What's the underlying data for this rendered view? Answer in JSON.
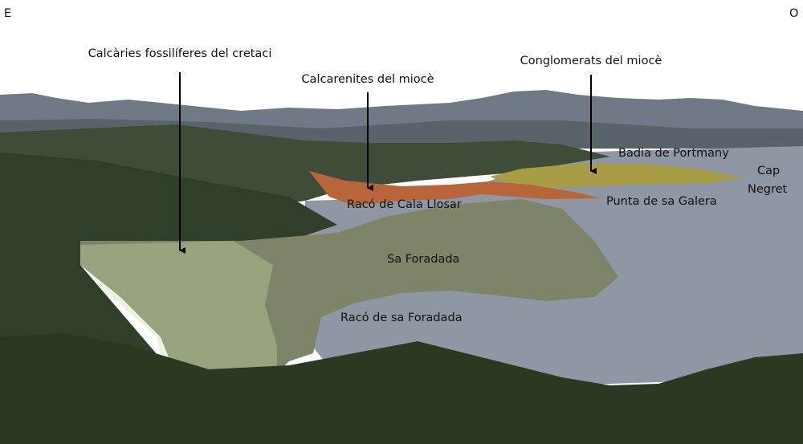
{
  "compass": {
    "east": "E",
    "west": "O"
  },
  "geology_labels": {
    "cretaceous_limestone": "Calcàries fossilíferes del cretaci",
    "miocene_calcarenites": "Calcarenites del miocè",
    "miocene_conglomerates": "Conglomerats del miocè"
  },
  "place_labels": {
    "badia": "Badia de Portmany",
    "cap_line1": "Cap",
    "cap_line2": "Negret",
    "cala_llosar": "Racó de Cala Llosar",
    "punta": "Punta de sa Galera",
    "foradada": "Sa Foradada",
    "raco_foradada": "Racó de sa Foradada"
  },
  "colors": {
    "sea": "#8e97a3",
    "calcarenite_overlay": "#c8602e",
    "conglomerate_overlay": "#b5a544",
    "cretaceous_overlay": "#c9d9a8"
  }
}
